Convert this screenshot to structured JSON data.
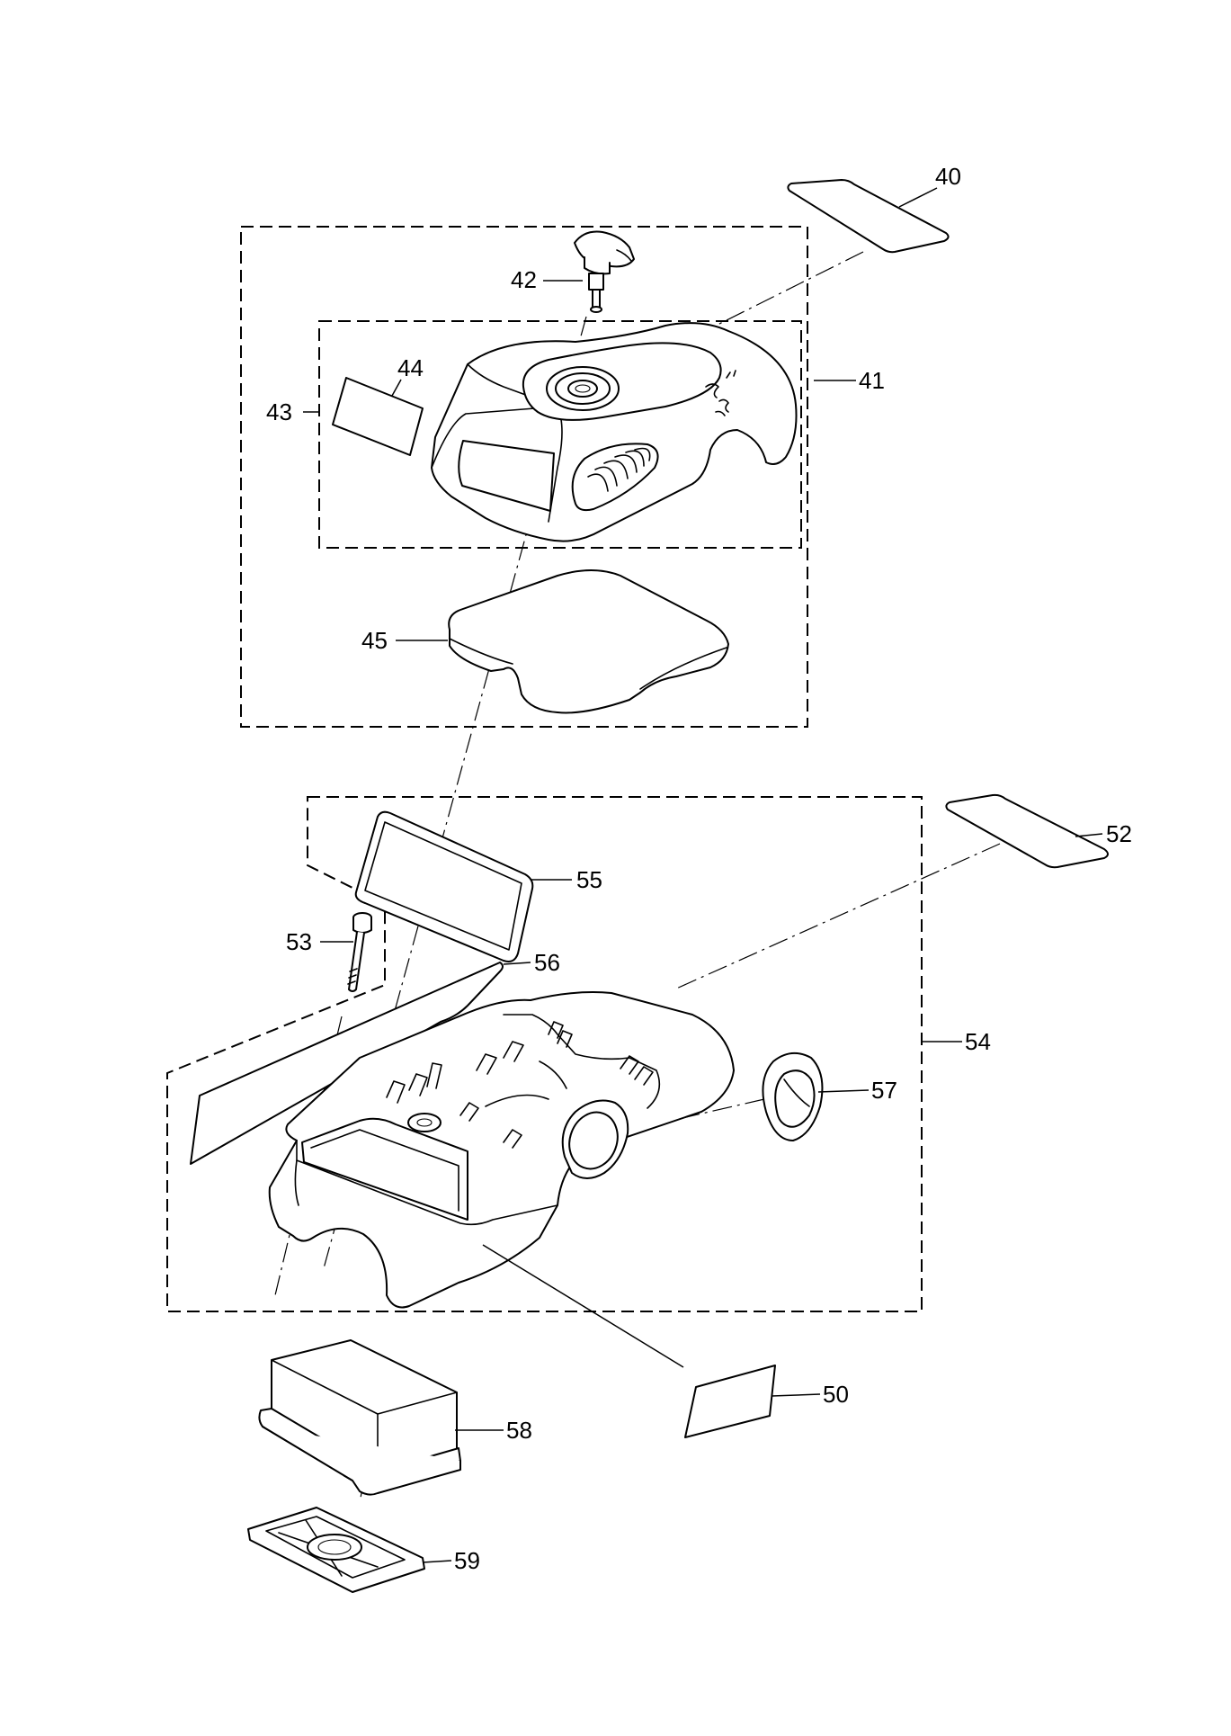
{
  "parts": [
    {
      "key": "p40",
      "label": "40"
    },
    {
      "key": "p41",
      "label": "41"
    },
    {
      "key": "p42",
      "label": "42"
    },
    {
      "key": "p43",
      "label": "43"
    },
    {
      "key": "p44",
      "label": "44"
    },
    {
      "key": "p45",
      "label": "45"
    },
    {
      "key": "p50",
      "label": "50"
    },
    {
      "key": "p52",
      "label": "52"
    },
    {
      "key": "p53",
      "label": "53"
    },
    {
      "key": "p54",
      "label": "54"
    },
    {
      "key": "p55",
      "label": "55"
    },
    {
      "key": "p56",
      "label": "56"
    },
    {
      "key": "p57",
      "label": "57"
    },
    {
      "key": "p58",
      "label": "58"
    },
    {
      "key": "p59",
      "label": "59"
    }
  ],
  "colors": {
    "line": "#000000",
    "background": "#ffffff"
  }
}
